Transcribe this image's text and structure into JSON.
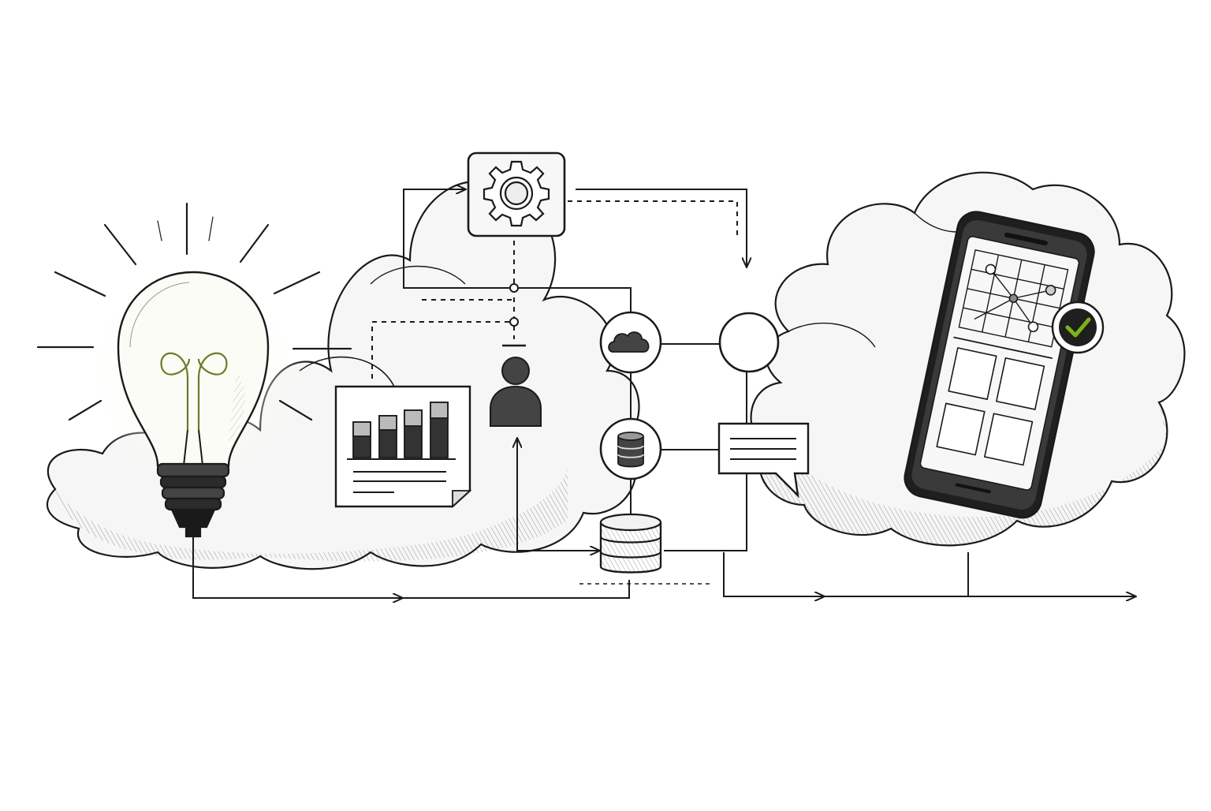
{
  "diagram": {
    "theme": {
      "ink": "#1a1a1a",
      "paper": "#ffffff",
      "cloud_fill": "#f3f3f3",
      "bulb_glow": "#f4f8e6",
      "filament": "#8a9a3a",
      "check_accent": "#7ab317"
    },
    "nodes": [
      {
        "id": "idea",
        "icon": "lightbulb-icon"
      },
      {
        "id": "left-cloud",
        "icon": "cloud-icon"
      },
      {
        "id": "report",
        "icon": "bar-chart-document-icon"
      },
      {
        "id": "settings",
        "icon": "gear-icon"
      },
      {
        "id": "user",
        "icon": "user-icon"
      },
      {
        "id": "cloud-service",
        "icon": "cloud-icon"
      },
      {
        "id": "database-small",
        "icon": "database-icon"
      },
      {
        "id": "database-main",
        "icon": "database-icon"
      },
      {
        "id": "empty-node",
        "icon": "circle-icon"
      },
      {
        "id": "message",
        "icon": "speech-bubble-icon"
      },
      {
        "id": "right-cloud",
        "icon": "cloud-icon"
      },
      {
        "id": "phone",
        "icon": "smartphone-icon"
      },
      {
        "id": "approved",
        "icon": "check-badge-icon"
      }
    ],
    "connections": [
      {
        "from": "idea",
        "to": "database-main",
        "style": "solid",
        "arrow": true
      },
      {
        "from": "settings",
        "to": "empty-node",
        "style": "solid",
        "arrow": true
      },
      {
        "from": "settings",
        "to": "empty-node",
        "style": "dashed",
        "arrow": false
      },
      {
        "from": "settings",
        "to": "cloud-service",
        "style": "solid",
        "arrow": false
      },
      {
        "from": "report",
        "to": "settings",
        "style": "dashed",
        "arrow": false
      },
      {
        "from": "user",
        "to": "database-main",
        "style": "solid",
        "arrow": true
      },
      {
        "from": "cloud-service",
        "to": "empty-node",
        "style": "solid",
        "arrow": false
      },
      {
        "from": "cloud-service",
        "to": "database-small",
        "style": "solid",
        "arrow": false
      },
      {
        "from": "database-small",
        "to": "message",
        "style": "solid",
        "arrow": false
      },
      {
        "from": "database-small",
        "to": "database-main",
        "style": "solid",
        "arrow": false
      },
      {
        "from": "database-main",
        "to": "empty-node",
        "style": "solid",
        "arrow": false
      },
      {
        "from": "message",
        "to": "phone",
        "style": "solid",
        "arrow": true
      }
    ]
  }
}
